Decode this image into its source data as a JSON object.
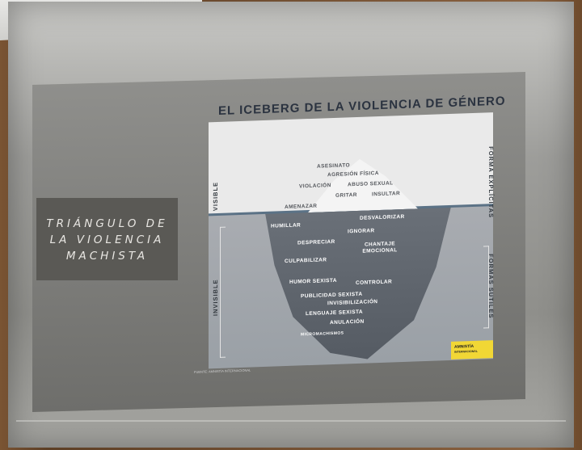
{
  "side_panel": {
    "lines": [
      "TRIÁNGULO DE",
      "LA VIOLENCIA",
      "MACHISTA"
    ]
  },
  "slide": {
    "title": "EL ICEBERG DE LA VIOLENCIA DE GÉNERO",
    "left_top_label": "VISIBLE",
    "left_bottom_label": "INVISIBLE",
    "right_top_label": "FORMA EXPLÍCITAS",
    "right_bottom_label": "FORMAS SUTILES",
    "visible_items": [
      "ASESINATO",
      "AGRESIÓN FÍSICA",
      "VIOLACIÓN",
      "ABUSO SEXUAL",
      "GRITAR",
      "INSULTAR",
      "AMENAZAR"
    ],
    "invisible_items": [
      "HUMILLAR",
      "DESVALORIZAR",
      "IGNORAR",
      "DESPRECIAR",
      "CHANTAJE EMOCIONAL",
      "CULPABILIZAR",
      "HUMOR SEXISTA",
      "CONTROLAR",
      "PUBLICIDAD SEXISTA",
      "INVISIBILIZACIÓN",
      "LENGUAJE SEXISTA",
      "ANULACIÓN",
      "MICROMACHISMOS"
    ],
    "logo_lines": [
      "AMNISTÍA",
      "INTERNACIONAL"
    ],
    "source": "FUENTE: AMNISTÍA INTERNACIONAL"
  }
}
